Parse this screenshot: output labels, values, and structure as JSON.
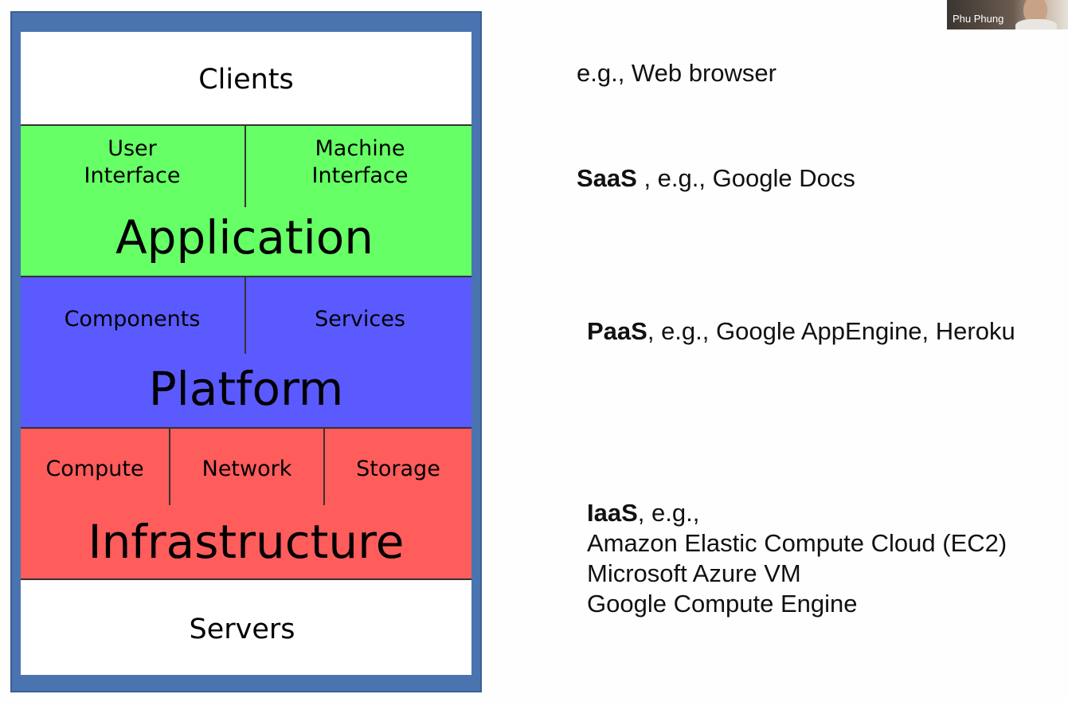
{
  "diagram": {
    "clients": "Clients",
    "application": {
      "title": "Application",
      "left": [
        "User",
        "Interface"
      ],
      "right": [
        "Machine",
        "Interface"
      ]
    },
    "platform": {
      "title": "Platform",
      "left": "Components",
      "right": "Services"
    },
    "infrastructure": {
      "title": "Infrastructure",
      "parts": [
        "Compute",
        "Network",
        "Storage"
      ]
    },
    "servers": "Servers",
    "colors": {
      "application": "#66ff66",
      "platform": "#5a5aff",
      "infrastructure": "#ff5c5c",
      "frame": "#4a74b0"
    }
  },
  "examples": {
    "clients": "e.g., Web browser",
    "saas_label": "SaaS",
    "saas_rest": " , e.g., Google Docs",
    "paas_label": "PaaS",
    "paas_rest": ", e.g., Google AppEngine, Heroku",
    "iaas_label": "IaaS",
    "iaas_rest": ", e.g.,",
    "iaas_items": [
      "Amazon Elastic Compute Cloud (EC2)",
      "Microsoft Azure VM",
      "Google Compute Engine"
    ]
  },
  "webcam": {
    "participant_name": "Phu Phung"
  }
}
